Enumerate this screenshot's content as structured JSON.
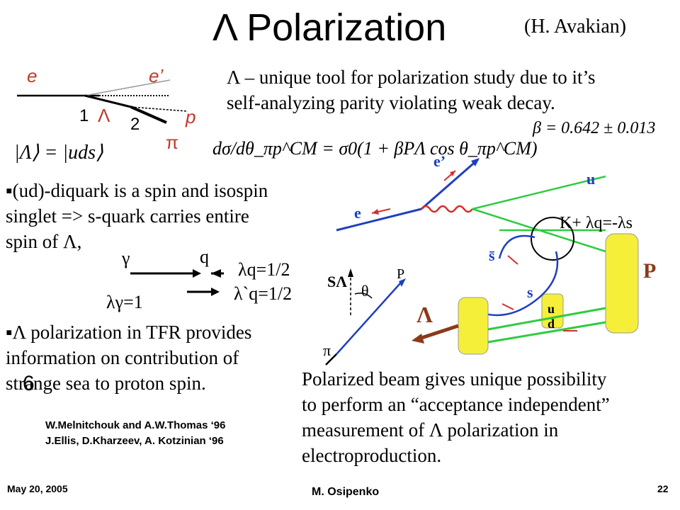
{
  "title": "Λ Polarization",
  "author": "(H. Avakian)",
  "feynman": {
    "e": "e",
    "e_prime": "e’",
    "one": "1",
    "lambda": "Λ",
    "two": "2",
    "p": "p",
    "pi": "π"
  },
  "intro": {
    "line1": "Λ – unique tool for polarization study due to it’s",
    "line2": "self-analyzing parity violating weak decay."
  },
  "equations": {
    "state": "|Λ⟩ = |uds⟩",
    "cross_section": "dσ/dθ_πp^CM = σ0(1 + βPΛ cos θ_πp^CM)",
    "beta": "β = 0.642 ± 0.013"
  },
  "bullet1": {
    "line1": "▪(ud)-diquark is a spin and isospin",
    "line2": "singlet => s-quark carries entire",
    "line3": "spin of Λ,"
  },
  "helicity": {
    "gamma": "γ",
    "q": "q",
    "lambda_q": "λq=1/2",
    "lambda_qbar": "λ`q=1/2",
    "lambda_gamma": "λγ=1"
  },
  "bullet2": {
    "line1": "▪Λ polarization in TFR provides",
    "line2": "information on contribution of",
    "line3": "strange sea to proton spin."
  },
  "refs": {
    "ref1": "W.Melnitchouk and A.W.Thomas ‘96",
    "ref2": "J.Ellis, D.Kharzeev, A. Kotzinian ‘96"
  },
  "diagram": {
    "e_prime": "e’",
    "u": "u",
    "e": "e",
    "k_plus": "K+ λq=-λs",
    "s_bar": "s̄",
    "P": "P",
    "s": "s",
    "ud": "u d",
    "Lambda": "Λ",
    "s_lambda": "SΛ",
    "theta": "θ",
    "p": "P",
    "pi": "π"
  },
  "conclusion": {
    "line1": "Polarized beam gives unique possibility",
    "line2": "to perform an “acceptance independent”",
    "line3": "measurement of  Λ polarization in",
    "line4": "electroproduction."
  },
  "stray": "6",
  "footer": {
    "date": "May 20, 2005",
    "presenter": "M. Osipenko",
    "page": "22"
  }
}
